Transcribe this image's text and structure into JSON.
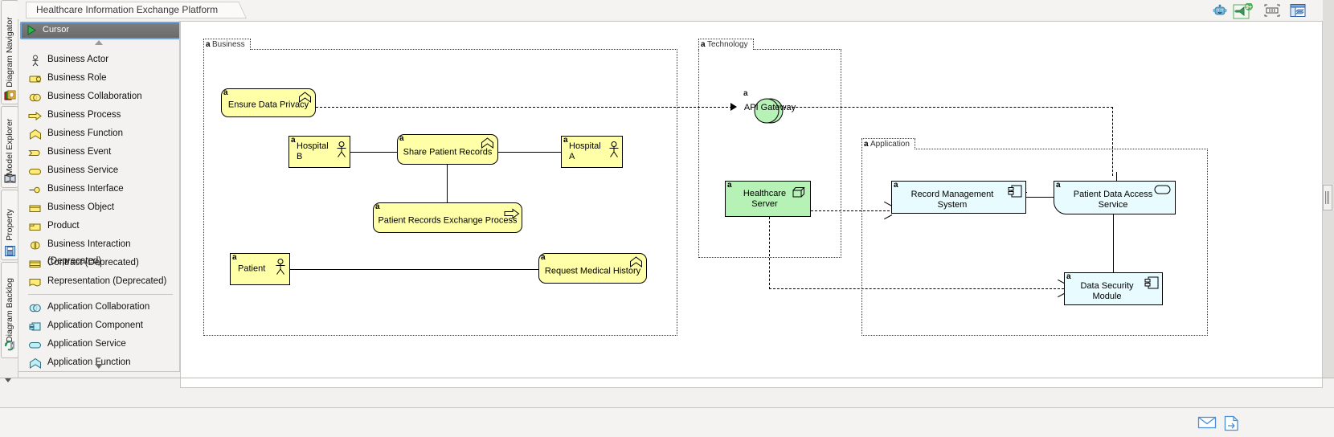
{
  "window": {
    "document_tab": "Healthcare Information Exchange Platform",
    "toolbar_icons": [
      {
        "name": "bot-assistant-icon",
        "glyph": "robot"
      },
      {
        "name": "announcement-icon",
        "glyph": "megaphone",
        "badge": "9+"
      },
      {
        "name": "fit-to-screen-icon",
        "glyph": "measure"
      },
      {
        "name": "show-panel-icon",
        "glyph": "panel"
      }
    ]
  },
  "left_tabs": [
    {
      "label": "Diagram Navigator",
      "icon": "diagram-navigator-icon"
    },
    {
      "label": "Model Explorer",
      "icon": "model-explorer-icon"
    },
    {
      "label": "Property",
      "icon": "property-icon"
    },
    {
      "label": "Diagram Backlog",
      "icon": "diagram-backlog-icon"
    }
  ],
  "palette": {
    "selected": "Cursor",
    "items": [
      {
        "label": "Business Actor",
        "icon": "business-actor-icon"
      },
      {
        "label": "Business Role",
        "icon": "business-role-icon"
      },
      {
        "label": "Business Collaboration",
        "icon": "business-collaboration-icon"
      },
      {
        "label": "Business Process",
        "icon": "business-process-icon"
      },
      {
        "label": "Business Function",
        "icon": "business-function-icon"
      },
      {
        "label": "Business Event",
        "icon": "business-event-icon"
      },
      {
        "label": "Business Service",
        "icon": "business-service-icon"
      },
      {
        "label": "Business Interface",
        "icon": "business-interface-icon"
      },
      {
        "label": "Business Object",
        "icon": "business-object-icon"
      },
      {
        "label": "Product",
        "icon": "product-icon"
      },
      {
        "label": "Business Interaction (Deprecated)",
        "icon": "business-interaction-icon"
      },
      {
        "label": "Contract (Deprecated)",
        "icon": "contract-icon"
      },
      {
        "label": "Representation (Deprecated)",
        "icon": "representation-icon"
      },
      {
        "label": "Application Collaboration",
        "icon": "application-collaboration-icon"
      },
      {
        "label": "Application Component",
        "icon": "application-component-icon"
      },
      {
        "label": "Application Service",
        "icon": "application-service-icon"
      },
      {
        "label": "Application Function",
        "icon": "application-function-icon"
      }
    ]
  },
  "diagram": {
    "groupings": [
      {
        "id": "business",
        "label": "Business"
      },
      {
        "id": "technology",
        "label": "Technology"
      },
      {
        "id": "application",
        "label": "Application"
      }
    ],
    "nodes": [
      {
        "id": "ensure-data-privacy",
        "label": "Ensure Data Privacy",
        "type": "business-function",
        "color": "#ffffa8",
        "flag": "a"
      },
      {
        "id": "hospital-b",
        "label": "Hospital B",
        "type": "business-actor",
        "color": "#ffffa8",
        "flag": "a"
      },
      {
        "id": "share-patient-records",
        "label": "Share Patient Records",
        "type": "business-function",
        "color": "#ffffa8",
        "flag": "a"
      },
      {
        "id": "hospital-a",
        "label": "Hospital A",
        "type": "business-actor",
        "color": "#ffffa8",
        "flag": "a"
      },
      {
        "id": "patient-records-exchange-process",
        "label": "Patient Records Exchange Process",
        "type": "business-process",
        "color": "#ffffa8",
        "flag": "a"
      },
      {
        "id": "patient",
        "label": "Patient",
        "type": "business-actor",
        "color": "#ffffa8",
        "flag": "a"
      },
      {
        "id": "request-medical-history",
        "label": "Request Medical History",
        "type": "business-function",
        "color": "#ffffa8",
        "flag": "a"
      },
      {
        "id": "api-gateway",
        "label": "API Gateway",
        "type": "technology-collaboration",
        "color": "#b6f2b6",
        "flag": "a"
      },
      {
        "id": "healthcare-server",
        "label": "Healthcare Server",
        "type": "node",
        "color": "#b6f2b6",
        "flag": "a"
      },
      {
        "id": "record-management-system",
        "label": "Record Management System",
        "type": "application-component",
        "color": "#e8fbff",
        "flag": "a"
      },
      {
        "id": "patient-data-access-service",
        "label": "Patient Data Access Service",
        "type": "application-service",
        "color": "#e8fbff",
        "flag": "a"
      },
      {
        "id": "data-security-module",
        "label": "Data Security Module",
        "type": "application-component",
        "color": "#e8fbff",
        "flag": "a"
      }
    ]
  },
  "status_bar": {
    "icons": [
      {
        "name": "message-icon",
        "glyph": "envelope"
      },
      {
        "name": "export-document-icon",
        "glyph": "document-arrow"
      }
    ]
  },
  "colors": {
    "business_fill": "#ffffa8",
    "technology_fill": "#b6f2b6",
    "application_fill": "#e8fbff",
    "selection_blue": "#6ba3e0",
    "canvas_bg": "#ffffff"
  }
}
